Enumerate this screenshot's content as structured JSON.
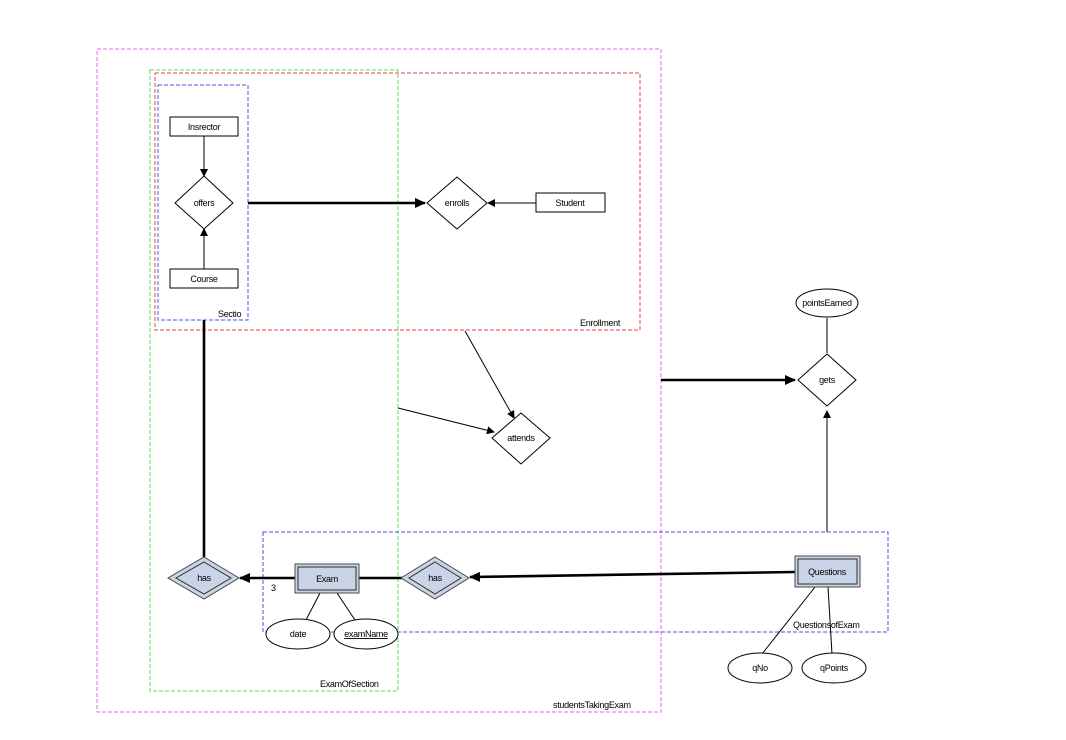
{
  "clusters": {
    "students_taking_exam": {
      "label": "studentsTakingExam",
      "color": "#ee66ee"
    },
    "exam_of_section": {
      "label": "ExamOfSection",
      "color": "#55dd55"
    },
    "enrollment": {
      "label": "Enrollment",
      "color": "#ee4444"
    },
    "section": {
      "label": "Sectio",
      "color": "#4455ee"
    },
    "questions_of_exam": {
      "label": "QuestionsofExam",
      "color": "#4455ee"
    }
  },
  "entities": {
    "instructor": "Insrector",
    "course": "Course",
    "student": "Student",
    "exam": "Exam",
    "questions": "Questions"
  },
  "relationships": {
    "offers": "offers",
    "enrolls": "enrolls",
    "attends": "attends",
    "gets": "gets",
    "has_section": "has",
    "has_questions": "has"
  },
  "attributes": {
    "points_earned": "pointsEarned",
    "date": "date",
    "exam_name": "examName",
    "q_no": "qNo",
    "q_points": "qPoints"
  },
  "cardinality": {
    "exam_to_has": "3"
  }
}
